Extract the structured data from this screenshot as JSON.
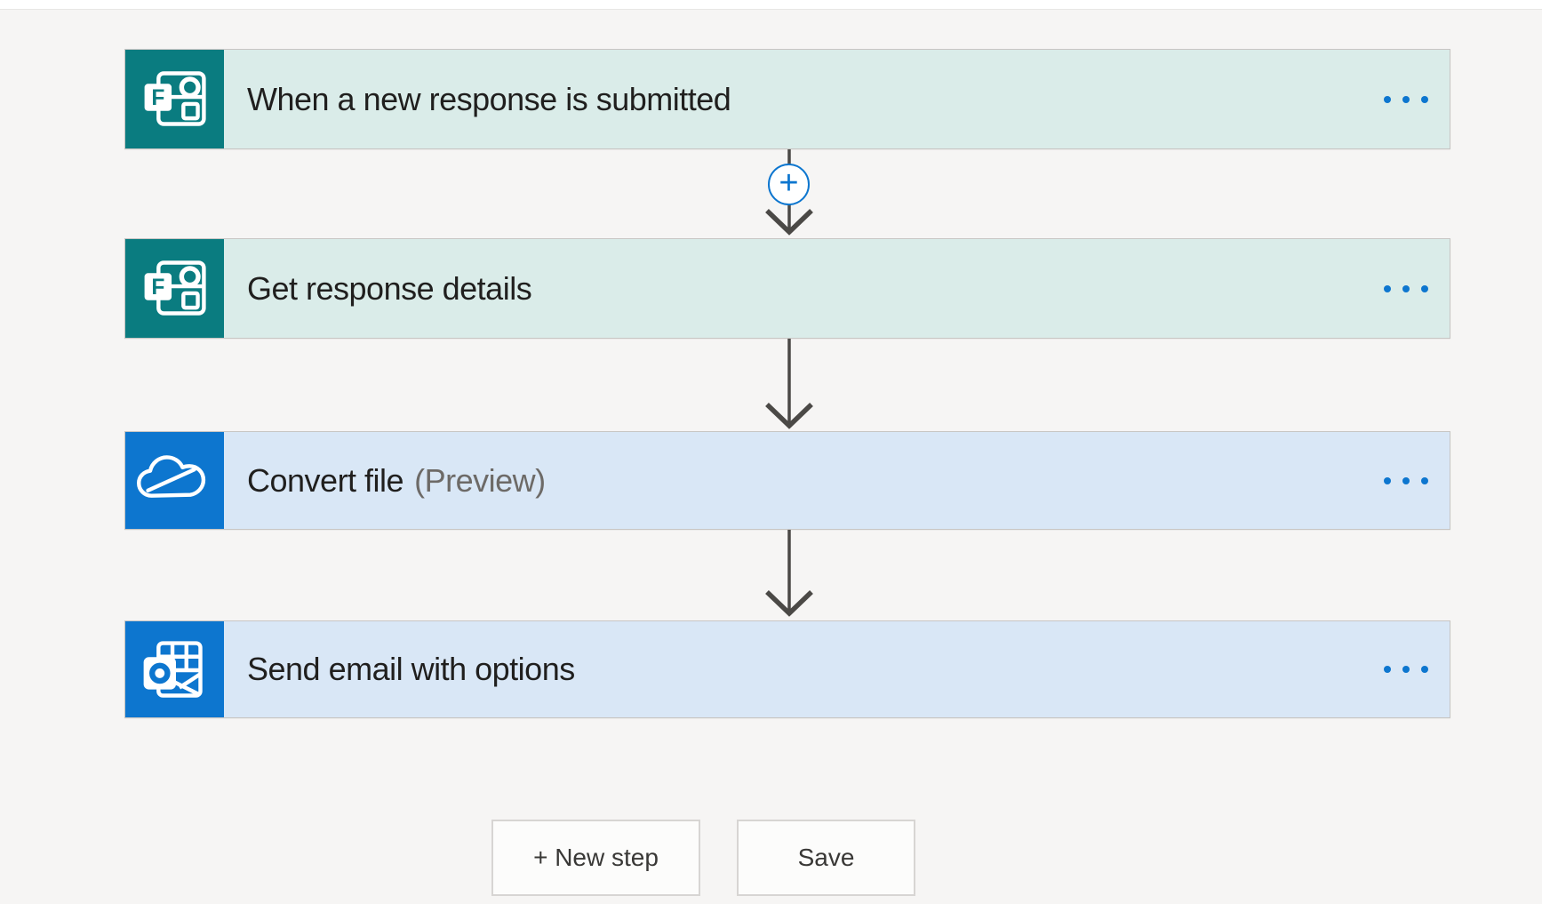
{
  "flow": {
    "steps": [
      {
        "title": "When a new response is submitted",
        "suffix": "",
        "icon": "microsoft-forms-icon",
        "icon_letter": "F",
        "brand_color": "#0a7c80",
        "tint_color": "#daece9",
        "menu_icon": "ellipsis-icon"
      },
      {
        "title": "Get response details",
        "suffix": "",
        "icon": "microsoft-forms-icon",
        "icon_letter": "F",
        "brand_color": "#0a7c80",
        "tint_color": "#daece9",
        "menu_icon": "ellipsis-icon"
      },
      {
        "title": "Convert file",
        "suffix": "(Preview)",
        "icon": "onedrive-icon",
        "brand_color": "#0d76cf",
        "tint_color": "#d9e7f6",
        "menu_icon": "ellipsis-icon"
      },
      {
        "title": "Send email with options",
        "suffix": "",
        "icon": "outlook-icon",
        "brand_color": "#0d76cf",
        "tint_color": "#d9e7f6",
        "menu_icon": "ellipsis-icon"
      }
    ],
    "insert_step_symbol": "+"
  },
  "footer": {
    "new_step_label": "+ New step",
    "save_label": "Save"
  },
  "colors": {
    "page_background": "#f6f5f4",
    "arrow": "#4b4946",
    "accent_blue": "#0d76cf",
    "card_border": "#c8c6c4",
    "title_text": "#201f1e",
    "preview_text": "#6d6a67"
  }
}
